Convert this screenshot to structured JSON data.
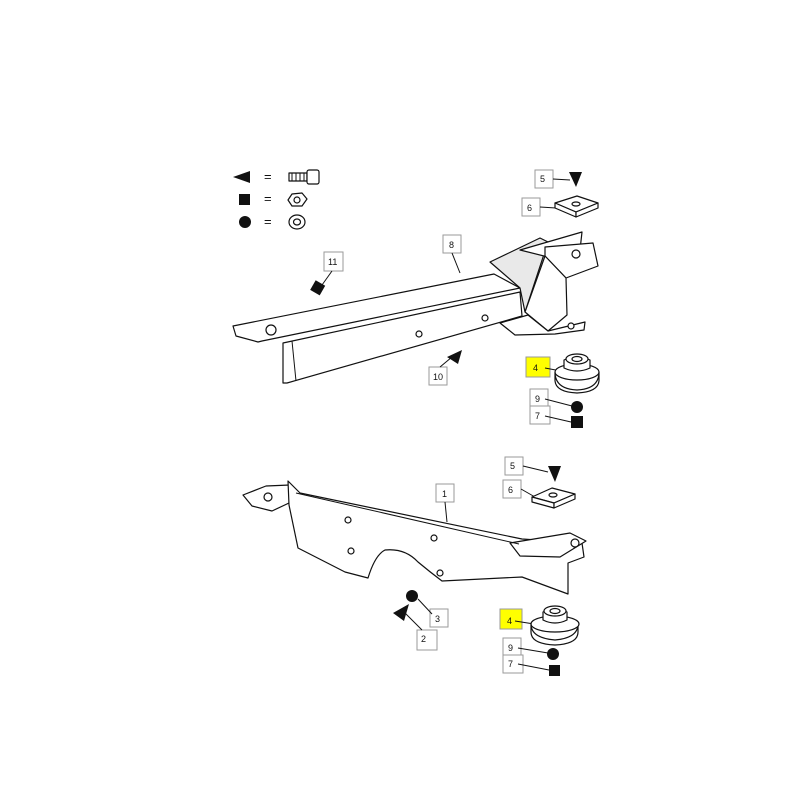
{
  "legend": {
    "triangle_eq": "=",
    "square_eq": "=",
    "circle_eq": "="
  },
  "callouts": {
    "upper": {
      "c5": "5",
      "c6": "6",
      "c8": "8",
      "c11": "11",
      "c10": "10",
      "c4": "4",
      "c9": "9",
      "c7": "7"
    },
    "lower": {
      "c5": "5",
      "c6": "6",
      "c1": "1",
      "c3": "3",
      "c2": "2",
      "c4": "4",
      "c9": "9",
      "c7": "7"
    }
  },
  "highlight_color": "#ffff00",
  "symbols": [
    "triangle-icon",
    "square-icon",
    "circle-icon",
    "bolt-icon",
    "nut-icon",
    "washer-icon"
  ]
}
